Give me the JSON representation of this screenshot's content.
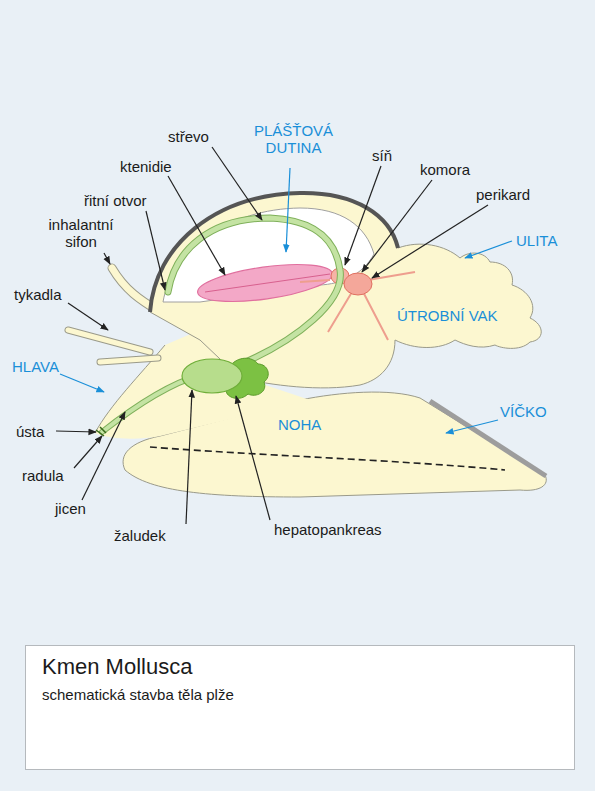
{
  "diagram": {
    "nodes": [
      {
        "text": [
          "Kmen Mollusca",
          "schematická stavba těla plže"
        ]
      }
    ],
    "labels": [
      "střevo",
      "PLÁŠŤOVÁ DUTINA",
      "síň",
      "ktenidie",
      "komora",
      "řitní otvor",
      "perikard",
      "inhalantní sifon",
      "ULITA",
      "ÚTROBNÍ VAK",
      "tykadla",
      "HLAVA",
      "NOHA",
      "VÍČKO",
      "ústa",
      "radula",
      "jicen",
      "žaludek",
      "hepatopankreas"
    ]
  }
}
